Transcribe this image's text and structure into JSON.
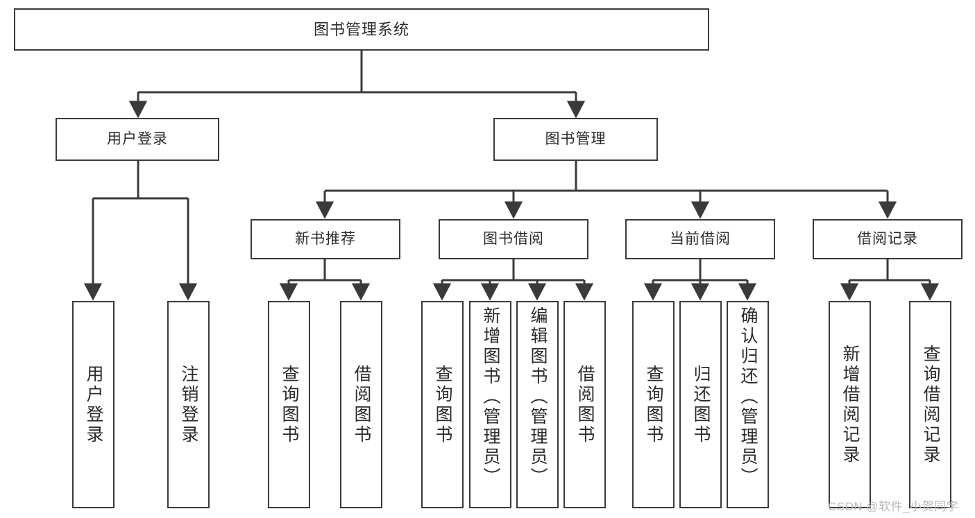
{
  "diagram": {
    "title": "图书管理系统",
    "type": "tree-hierarchy-chart",
    "root": {
      "label": "图书管理系统"
    },
    "level2": [
      {
        "label": "用户登录"
      },
      {
        "label": "图书管理"
      }
    ],
    "level3": [
      {
        "label": "新书推荐"
      },
      {
        "label": "图书借阅"
      },
      {
        "label": "当前借阅"
      },
      {
        "label": "借阅记录"
      }
    ],
    "leaves": {
      "user_login": [
        {
          "label": "用户登录"
        },
        {
          "label": "注销登录"
        }
      ],
      "new_book_recommend": [
        {
          "label": "查询图书"
        },
        {
          "label": "借阅图书"
        }
      ],
      "book_borrow": [
        {
          "label": "查询图书"
        },
        {
          "label": "新增图书（管理员）"
        },
        {
          "label": "编辑图书（管理员）"
        },
        {
          "label": "借阅图书"
        }
      ],
      "current_borrow": [
        {
          "label": "查询图书"
        },
        {
          "label": "归还图书"
        },
        {
          "label": "确认归还（管理员）"
        }
      ],
      "borrow_record": [
        {
          "label": "新增借阅记录"
        },
        {
          "label": "查询借阅记录"
        }
      ]
    }
  },
  "watermark": {
    "text": "CSDN @软件_小贺同学"
  },
  "colors": {
    "stroke": "#3a3a3a",
    "text": "#2b2b2b",
    "background": "#ffffff",
    "watermark": "#b9b9b9"
  }
}
